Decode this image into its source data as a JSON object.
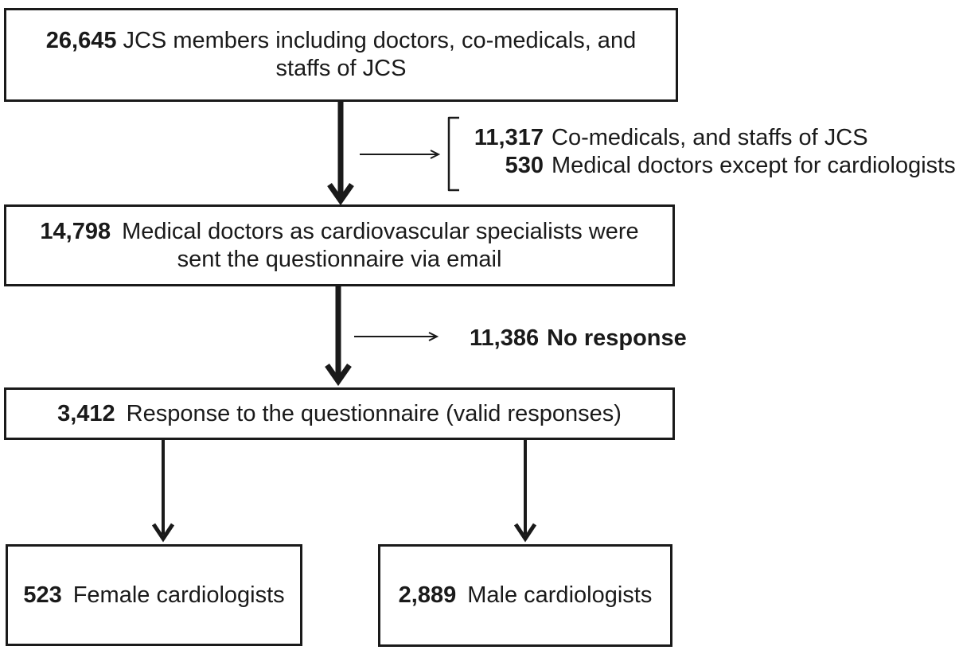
{
  "flow": {
    "box_members": {
      "number": "26,645",
      "line1": "JCS members including doctors, co-medicals, and",
      "line2": "staffs of JCS"
    },
    "note_excluded": {
      "line1": {
        "number": "11,317",
        "text": "Co-medicals, and staffs of JCS"
      },
      "line2": {
        "number": "530",
        "text": "Medical doctors except for cardiologists"
      }
    },
    "box_specialists": {
      "number": "14,798",
      "line1": "Medical doctors as cardiovascular specialists were",
      "line2": "sent the questionnaire via email"
    },
    "note_no_response": {
      "number": "11,386",
      "text": "No response"
    },
    "box_responses": {
      "number": "3,412",
      "text": "Response to the questionnaire (valid responses)"
    },
    "box_female": {
      "number": "523",
      "text": "Female cardiologists"
    },
    "box_male": {
      "number": "2,889",
      "text": "Male cardiologists"
    }
  },
  "colors": {
    "ink": "#1a1a1a",
    "background": "#ffffff"
  }
}
